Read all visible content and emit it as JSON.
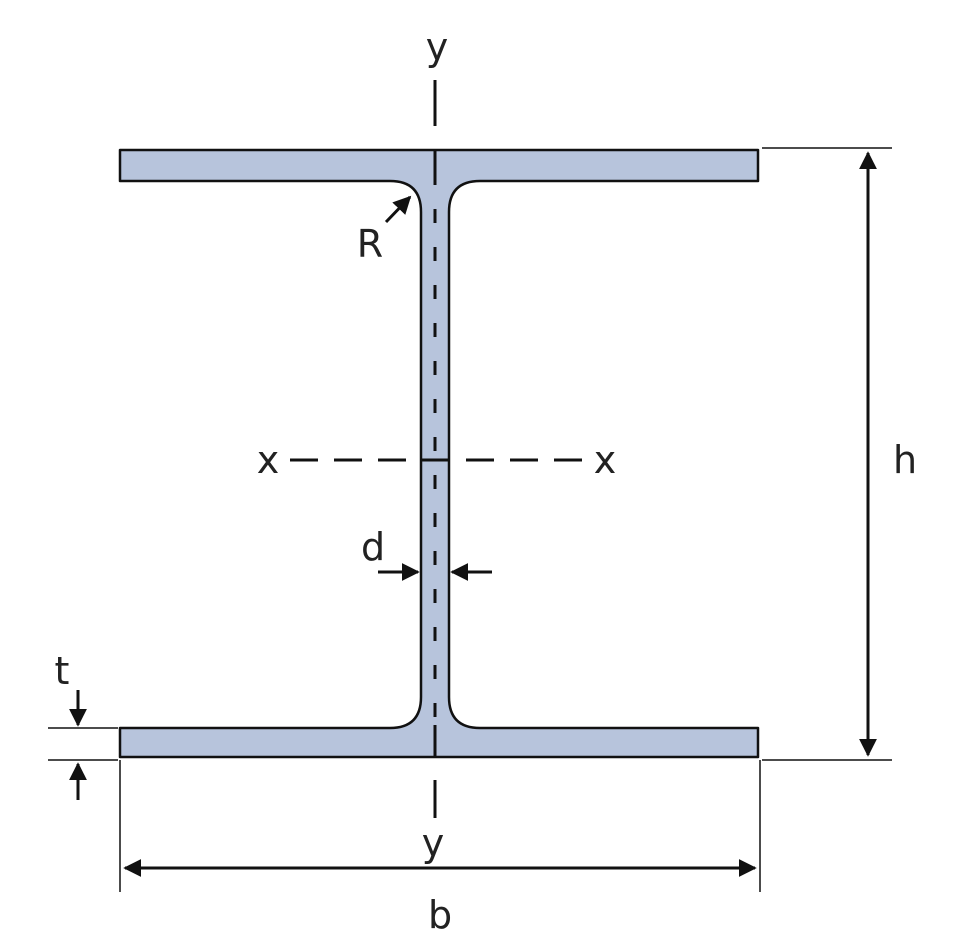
{
  "colors": {
    "steel_fill": "#b7c4dc",
    "outline": "#111111",
    "label": "#222222"
  },
  "labels": {
    "axis_y_top": "y",
    "axis_y_bottom": "y",
    "axis_x_left": "x",
    "axis_x_right": "x",
    "radius": "R",
    "web_thickness": "d",
    "flange_thickness": "t",
    "height": "h",
    "width": "b"
  }
}
